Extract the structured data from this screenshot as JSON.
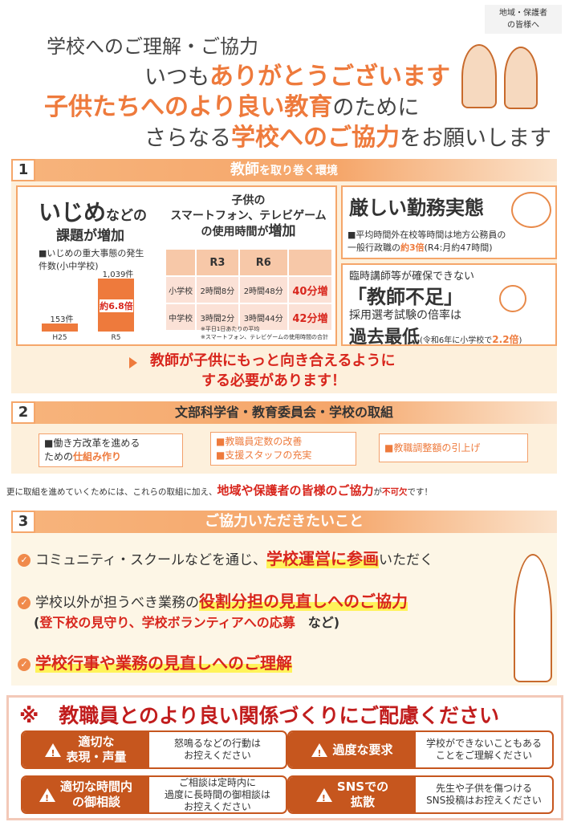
{
  "badge": {
    "line1": "地域・保護者",
    "line2": "の皆様へ"
  },
  "header": {
    "line1": "学校へのご理解・ご協力",
    "line2_pre": "いつも",
    "line2_em": "ありがとうございます",
    "line3_em": "子供たちへのより良い教育",
    "line3_post": "のために",
    "line4_pre": "さらなる",
    "line4_em": "学校へのご協力",
    "line4_post": "をお願いします"
  },
  "section1": {
    "num": "1",
    "title_em": "教師",
    "title": "を取り巻く環境",
    "bullying": {
      "title_em": "いじめ",
      "title": "などの",
      "title2": "課題が増加",
      "note": "■いじめの重大事態の発生件数(小中学校)",
      "chart_data": {
        "type": "bar",
        "categories": [
          "H25",
          "R5"
        ],
        "values": [
          153,
          1039
        ],
        "labels": [
          "153件",
          "1,039件"
        ],
        "ratio": "約6.8倍"
      }
    },
    "screen": {
      "title1": "子供の",
      "title2": "スマートフォン、テレビゲーム",
      "title3": "の使用時間が",
      "title3_em": "増加",
      "table": {
        "headers": [
          "",
          "R3",
          "R6",
          ""
        ],
        "rows": [
          [
            "小学校",
            "2時間8分",
            "2時間48分",
            "40分増"
          ],
          [
            "中学校",
            "3時間2分",
            "3時間44分",
            "42分増"
          ]
        ]
      },
      "notes": [
        "※平日1日あたりの平均",
        "※スマートフォン、テレビゲームの使用時間の合計"
      ]
    },
    "work": {
      "title": "厳しい勤務実態",
      "text1": "■平均時間外在校等時間は地方公務員の",
      "text2_pre": "一般行政職の",
      "text2_em": "約3倍",
      "text2_post": "(R4:月約47時間)"
    },
    "shortage": {
      "line1": "臨時講師等が確保できない",
      "line2": "「教師不足」",
      "line3": "採用選考試験の倍率は",
      "line4": "過去最低",
      "line4_note_pre": "(令和6年に小学校で",
      "line4_note_em": "2.2倍",
      "line4_note_post": ")"
    },
    "conclusion1": "教師が子供にもっと向き合えるように",
    "conclusion2": "する必要があります！"
  },
  "section2": {
    "num": "2",
    "title": "文部科学省・教育委員会・学校の取組",
    "items": [
      {
        "l1": "■働き方改革を進める",
        "l2_pre": "ための",
        "l2_em": "仕組み作り"
      },
      {
        "l1": "■教職員定数の改善",
        "l2": "■支援スタッフの充実"
      },
      {
        "l1": "■教職調整額の引上げ"
      }
    ],
    "note_pre": "更に取組を進めていくためには、これらの取組に加え、",
    "note_em": "地域や保護者の皆様のご協力",
    "note_mid": "が",
    "note_em2": "不可欠",
    "note_post": "です！"
  },
  "section3": {
    "num": "3",
    "title": "ご協力いただきたいこと",
    "items": [
      {
        "pre": "コミュニティ・スクールなどを通じ、",
        "em": "学校運営に参画",
        "post": "いただく"
      },
      {
        "pre": "学校以外が担うべき業務の",
        "em": "役割分担の見直しへのご協力",
        "sub_pre": "(",
        "sub_em": "登下校の見守り、学校ボランティアへの応募",
        "sub_post": "　など)"
      },
      {
        "em": "学校行事や業務の見直しへのご理解"
      }
    ]
  },
  "section4": {
    "title": "※　教職員とのより良い関係づくりにご配慮ください",
    "cards": [
      {
        "label": "適切な\n表現・声量",
        "text": "怒鳴るなどの行動は\nお控えください"
      },
      {
        "label": "過度な要求",
        "text": "学校ができないこともある\nことをご理解ください"
      },
      {
        "label": "適切な時間内\nの御相談",
        "text": "ご相談は定時内に\n過度に長時間の御相談は\nお控えください"
      },
      {
        "label": "SNSでの\n拡散",
        "text": "先生や子供を傷つける\nSNS投稿はお控えください"
      }
    ]
  },
  "colors": {
    "accent": "#ee7a3c",
    "red": "#d8261d",
    "warn": "#c6561e",
    "highlight": "#fff35a"
  }
}
